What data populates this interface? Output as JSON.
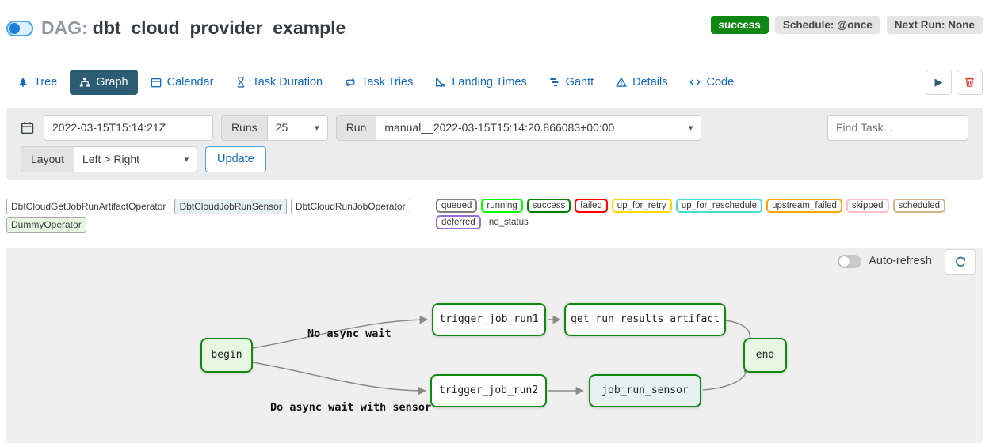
{
  "colors": {
    "accent_blue": "#1268bd",
    "active_tab_bg": "#2d5c75",
    "success_badge_bg": "#0e8812",
    "node_border_green": "#108812",
    "edge_gray": "#8a8a8a"
  },
  "header": {
    "dag_prefix": "DAG:",
    "dag_name": "dbt_cloud_provider_example",
    "status_badge": "success",
    "schedule_badge": "Schedule: @once",
    "next_run_badge": "Next Run: None"
  },
  "tabs": [
    {
      "label": "Tree"
    },
    {
      "label": "Graph"
    },
    {
      "label": "Calendar"
    },
    {
      "label": "Task Duration"
    },
    {
      "label": "Task Tries"
    },
    {
      "label": "Landing Times"
    },
    {
      "label": "Gantt"
    },
    {
      "label": "Details"
    },
    {
      "label": "Code"
    }
  ],
  "filter_bar": {
    "base_date_value": "2022-03-15T15:14:21Z",
    "runs_label": "Runs",
    "runs_value": "25",
    "run_label": "Run",
    "run_value": "manual__2022-03-15T15:14:20.866083+00:00",
    "find_task_placeholder": "Find Task...",
    "layout_label": "Layout",
    "layout_value": "Left > Right",
    "update_button": "Update"
  },
  "legend": {
    "operators": [
      {
        "label": "DbtCloudGetJobRunArtifactOperator",
        "color": "#ffffff"
      },
      {
        "label": "DbtCloudJobRunSensor",
        "color": "#e6f1f2"
      },
      {
        "label": "DbtCloudRunJobOperator",
        "color": "#ffffff"
      },
      {
        "label": "DummyOperator",
        "color": "#e8f7e4"
      }
    ],
    "statuses": [
      {
        "label": "queued",
        "color": "gray"
      },
      {
        "label": "running",
        "color": "lime"
      },
      {
        "label": "success",
        "color": "green"
      },
      {
        "label": "failed",
        "color": "red"
      },
      {
        "label": "up_for_retry",
        "color": "gold"
      },
      {
        "label": "up_for_reschedule",
        "color": "turquoise"
      },
      {
        "label": "upstream_failed",
        "color": "orange"
      },
      {
        "label": "skipped",
        "color": "pink"
      },
      {
        "label": "scheduled",
        "color": "tan"
      },
      {
        "label": "deferred",
        "color": "mediumpurple"
      },
      {
        "label": "no_status",
        "color": ""
      }
    ]
  },
  "graph": {
    "auto_refresh_label": "Auto-refresh",
    "nodes": [
      {
        "id": "begin",
        "label": "begin",
        "fill": "#e8f7e4"
      },
      {
        "id": "trigger_job_run1",
        "label": "trigger_job_run1",
        "fill": "#ffffff"
      },
      {
        "id": "get_run_results_artifact",
        "label": "get_run_results_artifact",
        "fill": "#ffffff"
      },
      {
        "id": "trigger_job_run2",
        "label": "trigger_job_run2",
        "fill": "#ffffff"
      },
      {
        "id": "job_run_sensor",
        "label": "job_run_sensor",
        "fill": "#e6f1f2"
      },
      {
        "id": "end",
        "label": "end",
        "fill": "#e8f7e4"
      }
    ],
    "edges": [
      {
        "from": "begin",
        "to": "trigger_job_run1",
        "label": "No async wait"
      },
      {
        "from": "begin",
        "to": "trigger_job_run2",
        "label": "Do async wait with sensor"
      },
      {
        "from": "trigger_job_run1",
        "to": "get_run_results_artifact",
        "label": ""
      },
      {
        "from": "trigger_job_run2",
        "to": "job_run_sensor",
        "label": ""
      },
      {
        "from": "get_run_results_artifact",
        "to": "end",
        "label": ""
      },
      {
        "from": "job_run_sensor",
        "to": "end",
        "label": ""
      }
    ]
  },
  "icons": {
    "chevron_down": "▾",
    "play": "▶"
  }
}
